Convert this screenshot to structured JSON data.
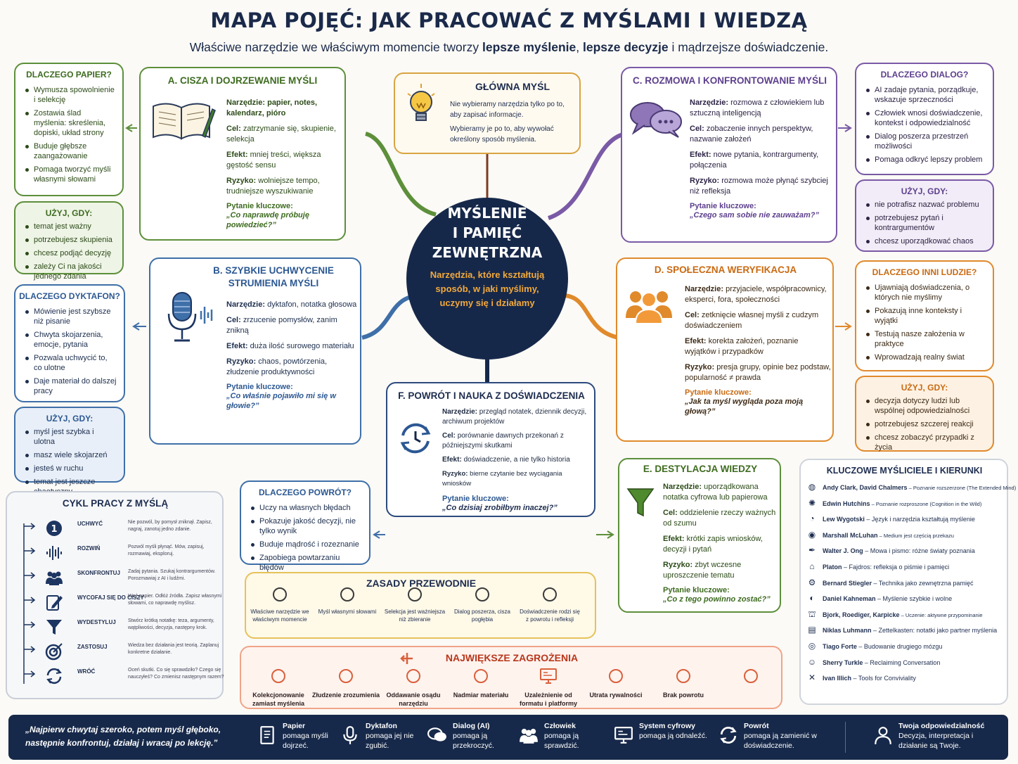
{
  "title": "MAPA POJĘĆ: JAK PRACOWAĆ Z MYŚLAMI I WIEDZĄ",
  "subtitle": {
    "pre": "Właściwe narzędzie we właściwym momencie tworzy ",
    "b1": "lepsze myślenie",
    "mid1": ", ",
    "b2": "lepsze decyzje",
    "post": " i mądrzejsze doświadczenie."
  },
  "center": {
    "title_l1": "MYŚLENIE",
    "title_l2": "I PAMIĘĆ",
    "title_l3": "ZEWNĘTRZNA",
    "sub": "Narzędzia, które kształtują sposób, w jaki myślimy, uczymy się i działamy"
  },
  "main_idea": {
    "title": "GŁÓWNA MYŚL",
    "p1": "Nie wybieramy narzędzia tylko po to, aby zapisać informacje.",
    "p2": "Wybieramy je po to, aby wywołać określony sposób myślenia."
  },
  "section_a": {
    "title": "A. CISZA I DOJRZEWANIE MYŚLI",
    "tool_l": "Narzędzie:",
    "tool": "papier, notes, kalendarz, pióro",
    "goal_l": "Cel:",
    "goal": "zatrzymanie się, skupienie, selekcja",
    "effect_l": "Efekt:",
    "effect": "mniej treści, większa gęstość sensu",
    "risk_l": "Ryzyko:",
    "risk": "wolniejsze tempo, trudniejsze wyszukiwanie",
    "q_l": "Pytanie kluczowe:",
    "q": "„Co naprawdę próbuję powiedzieć?”"
  },
  "section_b": {
    "title": "B. SZYBKIE UCHWYCENIE STRUMIENIA MYŚLI",
    "tool_l": "Narzędzie:",
    "tool": "dyktafon, notatka głosowa",
    "goal_l": "Cel:",
    "goal": "zrzucenie pomysłów, zanim znikną",
    "effect_l": "Efekt:",
    "effect": "duża ilość surowego materiału",
    "risk_l": "Ryzyko:",
    "risk": "chaos, powtórzenia, złudzenie produktywności",
    "q_l": "Pytanie kluczowe:",
    "q": "„Co właśnie pojawiło mi się w głowie?”"
  },
  "section_c": {
    "title": "C. ROZMOWA I KONFRONTOWANIE MYŚLI",
    "tool_l": "Narzędzie:",
    "tool": "rozmowa z człowiekiem lub sztuczną inteligencją",
    "goal_l": "Cel:",
    "goal": "zobaczenie innych perspektyw, nazwanie założeń",
    "effect_l": "Efekt:",
    "effect": "nowe pytania, kontrargumenty, połączenia",
    "risk_l": "Ryzyko:",
    "risk": "rozmowa może płynąć szybciej niż refleksja",
    "q_l": "Pytanie kluczowe:",
    "q": "„Czego sam sobie nie zauważam?”"
  },
  "section_d": {
    "title": "D. SPOŁECZNA WERYFIKACJA",
    "tool_l": "Narzędzie:",
    "tool": "przyjaciele, współpracownicy, eksperci, fora, społeczności",
    "goal_l": "Cel:",
    "goal": "zetknięcie własnej myśli z cudzym doświadczeniem",
    "effect_l": "Efekt:",
    "effect": "korekta założeń, poznanie wyjątków i przypadków",
    "risk_l": "Ryzyko:",
    "risk": "presja grupy, opinie bez podstaw, popularność ≠ prawda",
    "q_l": "Pytanie kluczowe:",
    "q": "„Jak ta myśl wygląda poza moją głową?”"
  },
  "section_e": {
    "title": "E. DESTYLACJA WIEDZY",
    "tool_l": "Narzędzie:",
    "tool": "uporządkowana notatka cyfrowa lub papierowa",
    "goal_l": "Cel:",
    "goal": "oddzielenie rzeczy ważnych od szumu",
    "effect_l": "Efekt:",
    "effect": "krótki zapis wniosków, decyzji i pytań",
    "risk_l": "Ryzyko:",
    "risk": "zbyt wczesne uproszczenie tematu",
    "q_l": "Pytanie kluczowe:",
    "q": "„Co z tego powinno zostać?”"
  },
  "section_f": {
    "title": "F. POWRÓT I NAUKA Z DOŚWIADCZENIA",
    "tool_l": "Narzędzie:",
    "tool": "przegląd notatek, dziennik decyzji, archiwum projektów",
    "goal_l": "Cel:",
    "goal": "porównanie dawnych przekonań z późniejszymi skutkami",
    "effect_l": "Efekt:",
    "effect": "doświadczenie, a nie tylko historia",
    "risk_l": "Ryzyko:",
    "risk": "bierne czytanie bez wyciągania wniosków",
    "q_l": "Pytanie kluczowe:",
    "q": "„Co dzisiaj zrobiłbym inaczej?”"
  },
  "why_paper": {
    "title": "DLACZEGO PAPIER?",
    "items": [
      "Wymusza spowolnienie i selekcję",
      "Zostawia ślad myślenia: skreślenia, dopiski, układ strony",
      "Buduje głębsze zaangażowanie",
      "Pomaga tworzyć myśli własnymi słowami"
    ]
  },
  "use_paper": {
    "title": "UŻYJ, GDY:",
    "items": [
      "temat jest ważny",
      "potrzebujesz skupienia",
      "chcesz podjąć decyzję",
      "zależy Ci na jakości jednego zdania"
    ]
  },
  "why_dictaphone": {
    "title": "DLACZEGO DYKTAFON?",
    "items": [
      "Mówienie jest szybsze niż pisanie",
      "Chwyta skojarzenia, emocje, pytania",
      "Pozwala uchwycić to, co ulotne",
      "Daje materiał do dalszej pracy"
    ]
  },
  "use_dictaphone": {
    "title": "UŻYJ, GDY:",
    "items": [
      "myśl jest szybka i ulotna",
      "masz wiele skojarzeń",
      "jesteś w ruchu",
      "temat jest jeszcze chaotyczny"
    ]
  },
  "why_dialog": {
    "title": "DLACZEGO DIALOG?",
    "items": [
      "AI zadaje pytania, porządkuje, wskazuje sprzeczności",
      "Człowiek wnosi doświadczenie, kontekst i odpowiedzialność",
      "Dialog poszerza przestrzeń możliwości",
      "Pomaga odkryć lepszy problem"
    ]
  },
  "use_dialog": {
    "title": "UŻYJ, GDY:",
    "items": [
      "nie potrafisz nazwać problemu",
      "potrzebujesz pytań i kontrargumentów",
      "chcesz uporządkować chaos"
    ]
  },
  "why_people": {
    "title": "DLACZEGO INNI LUDZIE?",
    "items": [
      "Ujawniają doświadczenia, o których nie myślimy",
      "Pokazują inne konteksty i wyjątki",
      "Testują nasze założenia w praktyce",
      "Wprowadzają realny świat"
    ]
  },
  "use_people": {
    "title": "UŻYJ, GDY:",
    "items": [
      "decyzja dotyczy ludzi lub wspólnej odpowiedzialności",
      "potrzebujesz szczerej reakcji",
      "chcesz zobaczyć przypadki z życia"
    ]
  },
  "why_return": {
    "title": "DLACZEGO POWRÓT?",
    "items": [
      "Uczy na własnych błędach",
      "Pokazuje jakość decyzji, nie tylko wynik",
      "Buduje mądrość i rozeznanie",
      "Zapobiega powtarzaniu błędów"
    ]
  },
  "cycle": {
    "title": "CYKL PRACY Z MYŚLĄ",
    "steps": [
      {
        "label": "UCHWYĆ",
        "desc": "Nie pozwól, by pomysł zniknął. Zapisz, nagraj, zanotuj jedno zdanie.",
        "icon": "number-one-icon"
      },
      {
        "label": "ROZWIŃ",
        "desc": "Pozwól myśli płynąć. Mów, zapisuj, rozmawiaj, eksploruj.",
        "icon": "soundwave-icon"
      },
      {
        "label": "SKONFRONTUJ",
        "desc": "Zadaj pytania. Szukaj kontrargumentów. Porozmawiaj z AI i ludźmi.",
        "icon": "people-icon"
      },
      {
        "label": "WYCOFAJ SIĘ DO CISZY",
        "desc": "Weź papier. Odłóż źródła. Zapisz własnymi słowami, co naprawdę myślisz.",
        "icon": "pencil-note-icon"
      },
      {
        "label": "WYDESTYLUJ",
        "desc": "Stwórz krótką notatkę: teza, argumenty, wątpliwości, decyzja, następny krok.",
        "icon": "funnel-icon"
      },
      {
        "label": "ZASTOSUJ",
        "desc": "Wiedza bez działania jest teorią. Zaplanuj konkretne działanie.",
        "icon": "target-icon"
      },
      {
        "label": "WRÓĆ",
        "desc": "Oceń skutki. Co się sprawdziło? Czego się nauczyłeś? Co zmienisz następnym razem?",
        "icon": "refresh-icon"
      }
    ]
  },
  "principles": {
    "title": "ZASADY PRZEWODNIE",
    "items": [
      {
        "label": "Właściwe narzędzie we właściwym momencie"
      },
      {
        "label": "Myśl własnymi słowami"
      },
      {
        "label": "Selekcja jest ważniejsza niż zbieranie"
      },
      {
        "label": "Dialog poszerza, cisza pogłębia"
      },
      {
        "label": "Doświadczenie rodzi się z powrotu i refleksji"
      }
    ]
  },
  "threats": {
    "title": "NAJWIĘKSZE ZAGROŻENIA",
    "items": [
      {
        "label": "Kolekcjonowanie zamiast myślenia"
      },
      {
        "label": "Złudzenie zrozumienia"
      },
      {
        "label": "Oddawanie osądu narzędziu"
      },
      {
        "label": "Nadmiar materiału"
      },
      {
        "label": "Uzależnienie od formatu i platformy"
      },
      {
        "label": "Utrata rywalności"
      },
      {
        "label": "Brak powrotu"
      },
      {
        "label": ""
      }
    ]
  },
  "thinkers": {
    "title": "KLUCZOWE MYŚLICIELE I KIERUNKI",
    "items": [
      {
        "name": "Andy Clark, David Chalmers",
        "desc": " – Poznanie rozszerzone (The Extended Mind)",
        "icon": "brain-icon",
        "small": true
      },
      {
        "name": "Edwin Hutchins",
        "desc": " – Poznanie rozproszone (Cognition in the Wild)",
        "icon": "network-icon",
        "small": true
      },
      {
        "name": "Lew Wygotski",
        "desc": " – Język i narzędzia kształtują myślenie",
        "icon": "speech-icon"
      },
      {
        "name": "Marshall McLuhan",
        "desc": " – Medium jest częścią przekazu",
        "icon": "broadcast-icon",
        "small": true
      },
      {
        "name": "Walter J. Ong",
        "desc": " – Mowa i pismo: różne światy poznania",
        "icon": "quill-icon"
      },
      {
        "name": "Platon",
        "desc": " – Fajdros: refleksja o piśmie i pamięci",
        "icon": "temple-icon"
      },
      {
        "name": "Bernard Stiegler",
        "desc": " – Technika jako zewnętrzna pamięć",
        "icon": "gear-brain-icon"
      },
      {
        "name": "Daniel Kahneman",
        "desc": " – Myślenie szybkie i wolne",
        "icon": "half-circle-icon"
      },
      {
        "name": "Bjork, Roediger, Karpicke",
        "desc": " – Uczenie: aktywne przypominanie",
        "icon": "graduation-icon",
        "small": true
      },
      {
        "name": "Niklas Luhmann",
        "desc": " – Zettelkasten: notatki jako partner myślenia",
        "icon": "card-box-icon"
      },
      {
        "name": "Tiago Forte",
        "desc": " – Budowanie drugiego mózgu",
        "icon": "brain-outline-icon"
      },
      {
        "name": "Sherry Turkle",
        "desc": " – Reclaiming Conversation",
        "icon": "people-talk-icon"
      },
      {
        "name": "Ivan Illich",
        "desc": " – Tools for Conviviality",
        "icon": "tools-icon"
      }
    ]
  },
  "footer": {
    "quote": "„Najpierw chwytaj szeroko, potem myśl głęboko, następnie konfrontuj, działaj i wracaj po lekcję.”",
    "items": [
      {
        "title": "Papier",
        "desc": "pomaga myśli dojrzeć.",
        "icon": "paper-icon"
      },
      {
        "title": "Dyktafon",
        "desc": "pomaga jej nie zgubić.",
        "icon": "mic-icon"
      },
      {
        "title": "Dialog (AI)",
        "desc": "pomaga ją przekroczyć.",
        "icon": "chat-icon"
      },
      {
        "title": "Człowiek",
        "desc": "pomaga ją sprawdzić.",
        "icon": "people-icon"
      },
      {
        "title": "System cyfrowy",
        "desc": "pomaga ją odnaleźć.",
        "icon": "monitor-icon"
      },
      {
        "title": "Powrót",
        "desc": "pomaga ją zamienić w doświadczenie.",
        "icon": "refresh-icon"
      },
      {
        "title": "Twoja odpowiedzialność",
        "desc": "Decyzja, interpretacja i działanie są Twoje.",
        "icon": "person-icon"
      }
    ]
  },
  "colors": {
    "navy": "#16284a",
    "green": "#5d8f3b",
    "purple": "#7a5aa6",
    "blue": "#3f6fa8",
    "orange": "#e08a2c",
    "gold": "#d9a441",
    "red": "#d9603b"
  }
}
